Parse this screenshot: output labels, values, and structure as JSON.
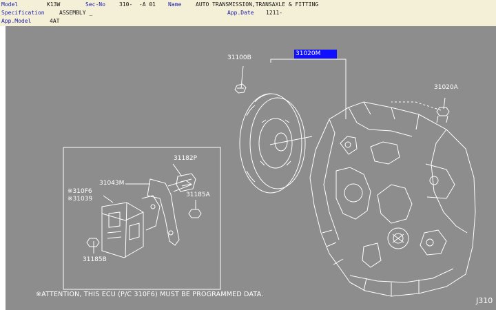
{
  "header": {
    "row1": [
      {
        "label": "Model",
        "value": "K13W"
      },
      {
        "label": "Sec-No",
        "value": "310-  -A 01"
      },
      {
        "label": "Name",
        "value": "AUTO TRANSMISSION,TRANSAXLE & FITTING"
      }
    ],
    "row2": [
      {
        "label": "Specification",
        "value": "ASSEMBLY _"
      },
      {
        "label": "App.Date",
        "value": "1211-"
      }
    ],
    "row3": [
      {
        "label": "App.Model",
        "value": "4AT"
      }
    ]
  },
  "parts": {
    "p31100B": "31100B",
    "p31020M": "31020M",
    "p31020A": "31020A",
    "p31182P": "31182P",
    "p31043M": "31043M",
    "p310F6": "※310F6",
    "p31039": "※31039",
    "p31185A": "31185A",
    "p31185B": "31185B"
  },
  "notes": {
    "attention": "※ATTENTION, THIS ECU (P/C 310F6) MUST BE PROGRAMMED DATA.",
    "figure_number": "J310"
  },
  "colors": {
    "drawing_bg": "#8d8d8d",
    "line": "#ffffff",
    "selection": "#1010ff",
    "header_bg": "#f4f0d8",
    "header_label": "#1a1aa8"
  }
}
